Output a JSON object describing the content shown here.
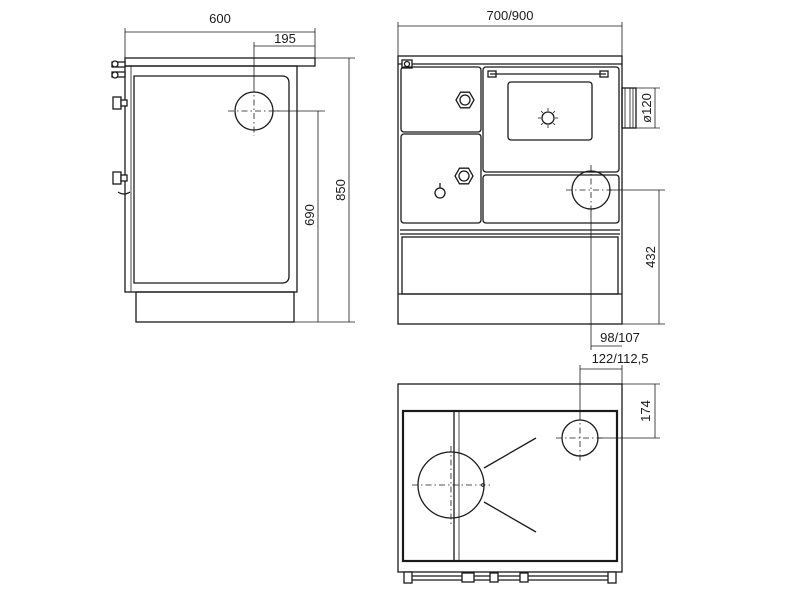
{
  "dimensions": {
    "side_width": "600",
    "side_offset": "195",
    "front_width": "700/900",
    "total_height": "850",
    "flue_height": "690",
    "flue_diameter": "ø120",
    "front_flue_height": "432",
    "front_flue_offset": "98/107",
    "top_flue_offset": "122/112,5",
    "top_flue_depth": "174"
  },
  "colors": {
    "line": "#1a1a1a",
    "background": "#ffffff"
  }
}
